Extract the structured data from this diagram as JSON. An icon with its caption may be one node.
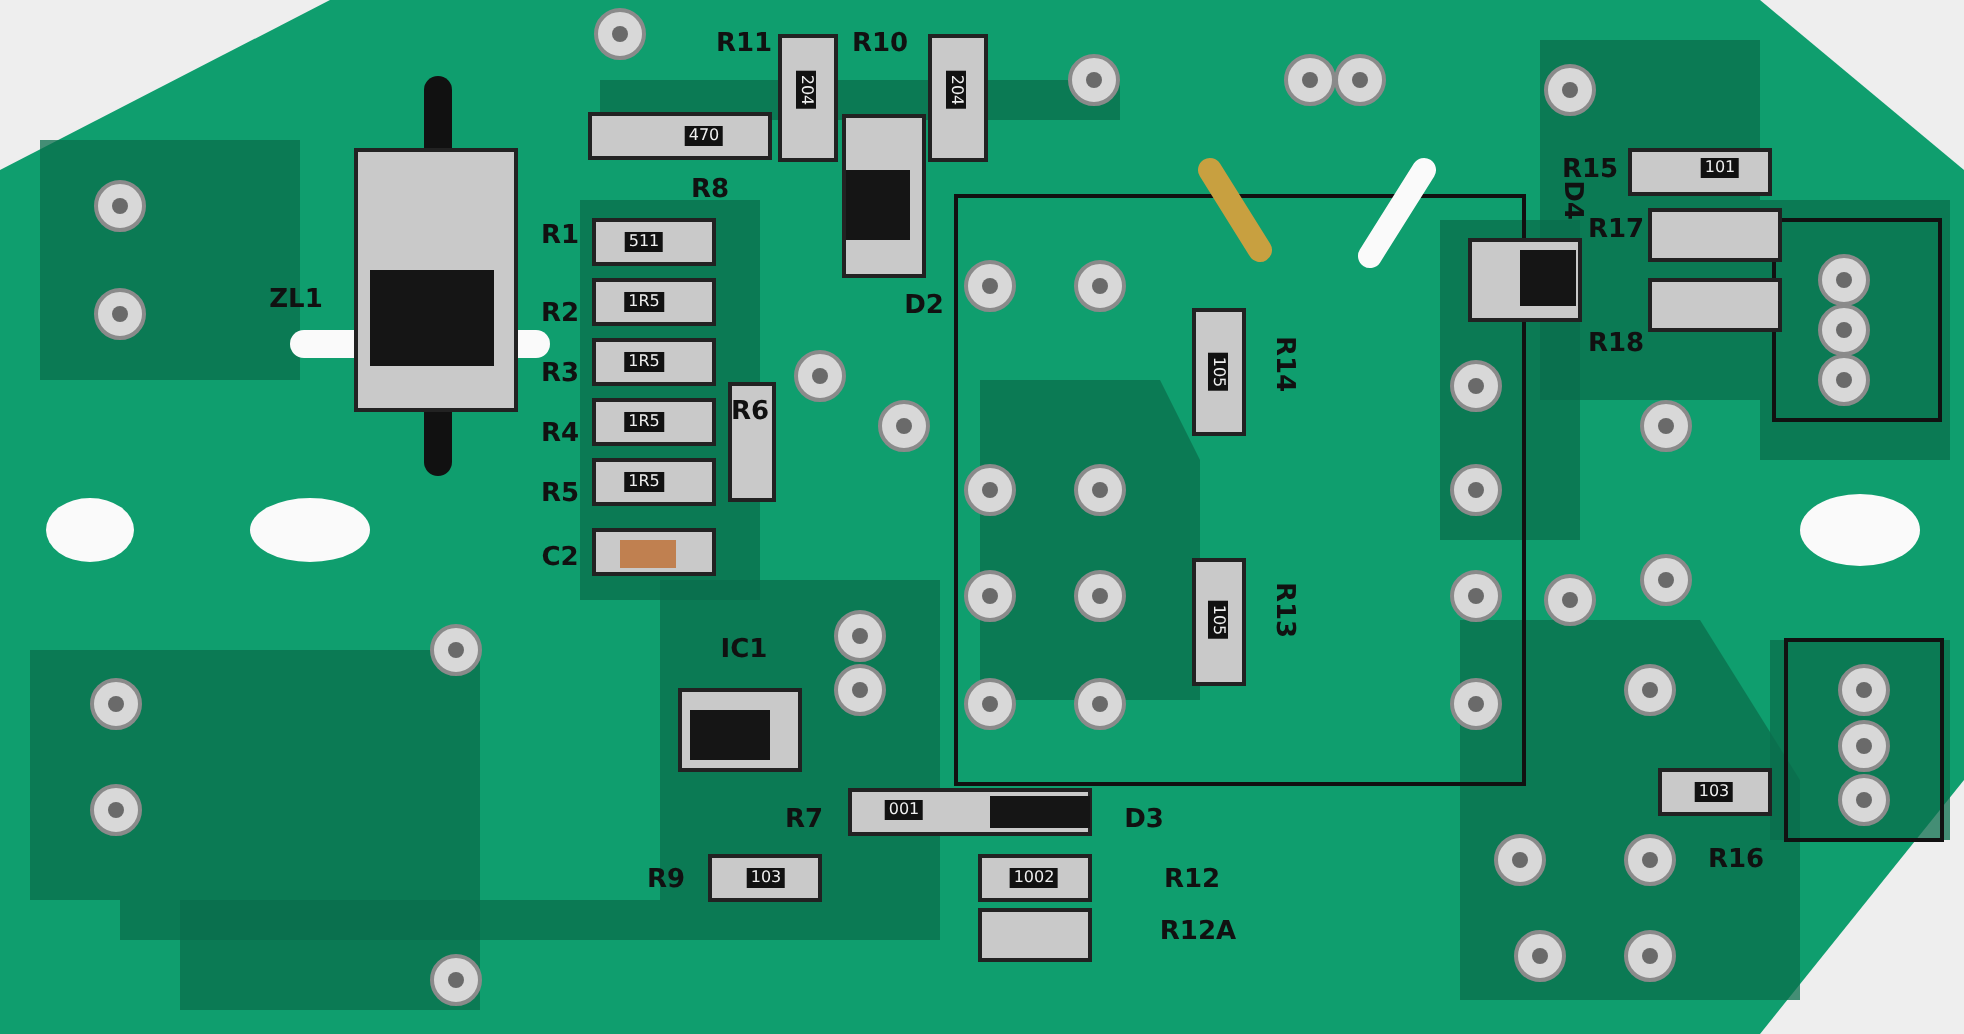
{
  "diagram": {
    "labels": [
      "R11",
      "R10",
      "204",
      "204",
      "R8",
      "470",
      "R1",
      "511",
      "ZL1",
      "R2",
      "1R5",
      "D2",
      "R3",
      "1R5",
      "R14",
      "105",
      "R4",
      "1R5",
      "R6",
      "R5",
      "1R5",
      "C2",
      "R13",
      "105",
      "IC1",
      "R7",
      "001",
      "D3",
      "R9",
      "1002",
      "R12",
      "R12A",
      "R15",
      "101",
      "D4",
      "R17",
      "R18",
      "103",
      "R16",
      "103"
    ]
  }
}
